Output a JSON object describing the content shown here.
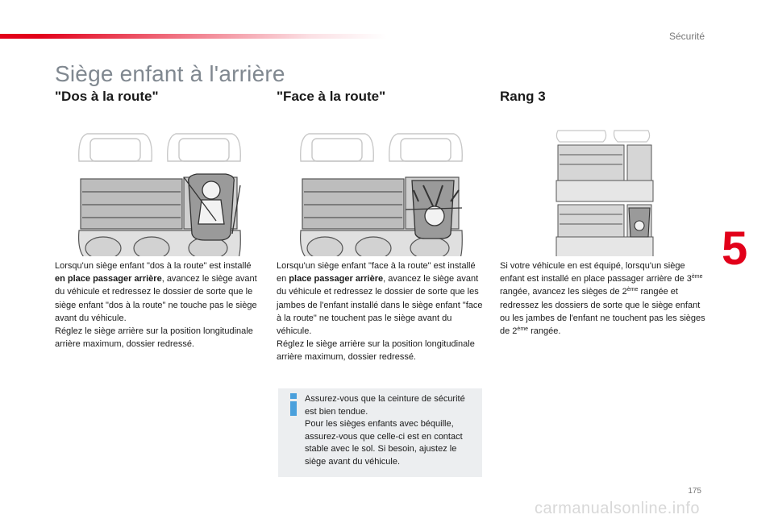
{
  "header": {
    "section": "Sécurité"
  },
  "page_title": "Siège enfant à l'arrière",
  "columns": [
    {
      "title": "\"Dos à la route\"",
      "text_parts": [
        "Lorsqu'un siège enfant \"dos à la route\" est installé ",
        "en place passager arrière",
        ", avancez le siège avant du véhicule et redressez le dossier de sorte que le siège enfant \"dos à la route\" ne touche pas le siège avant du véhicule.",
        "Réglez le siège arrière sur la position longitudinale arrière maximum, dossier redressé."
      ]
    },
    {
      "title": "\"Face à la route\"",
      "text_parts": [
        "Lorsqu'un siège enfant \"face à la route\" est installé en ",
        "place passager arrière",
        ", avancez le siège avant du véhicule et redressez le dossier de sorte que les jambes de l'enfant installé dans le siège enfant \"face à la route\" ne touchent pas le siège avant du véhicule.",
        "Réglez le siège arrière sur la position longitudinale arrière maximum, dossier redressé."
      ]
    },
    {
      "title": "Rang 3",
      "text_parts": [
        "Si votre véhicule en est équipé, lorsqu'un siège enfant est installé en place passager arrière de 3",
        "ème",
        " rangée, avancez les sièges de 2",
        "ème",
        " rangée et redressez les dossiers de sorte que le siège enfant ou les jambes de l'enfant ne touchent pas les sièges de 2",
        "ème",
        " rangée."
      ]
    }
  ],
  "info_box": {
    "icon": "info-icon",
    "paragraphs": [
      "Assurez-vous que la ceinture de sécurité est bien tendue.",
      "Pour les sièges enfants avec béquille, assurez-vous que celle-ci est en contact stable avec le sol. Si besoin, ajustez le siège avant du véhicule."
    ]
  },
  "chapter": "5",
  "page_number": "175",
  "watermark": "carmanualsonline.info",
  "colors": {
    "accent": "#e2001a",
    "title_gray": "#808890",
    "info_icon": "#4aa0dc",
    "info_bg": "#eceef0"
  }
}
